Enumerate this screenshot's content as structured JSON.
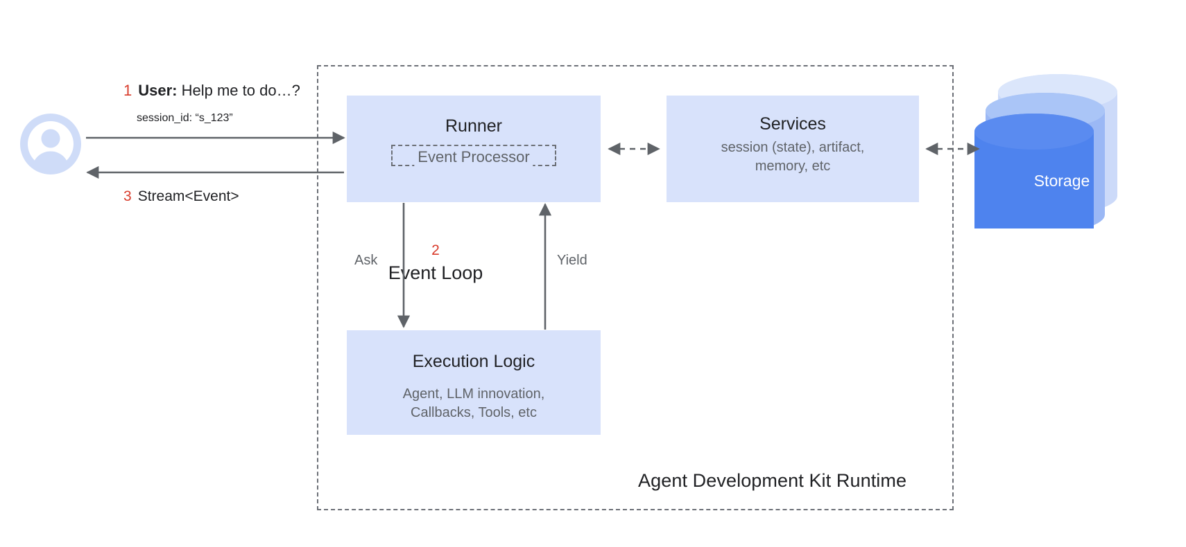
{
  "diagram": {
    "title": "Agent Development Kit Runtime",
    "colors": {
      "box_fill": "#d8e2fb",
      "storage_front": "#4e83ee",
      "storage_mid": "#9bb8f5",
      "storage_back": "#ccdaf9",
      "accent_red": "#d93b2b",
      "line_gray": "#5f6368",
      "text_dark": "#202124",
      "text_muted": "#5f6368"
    }
  },
  "actor": {
    "icon": "user-avatar-icon",
    "name": "User"
  },
  "steps": [
    {
      "number": "1",
      "label": "User:",
      "text": "Help me to do…?",
      "detail": "session_id: “s_123”"
    },
    {
      "number": "2",
      "text": "Event Loop"
    },
    {
      "number": "3",
      "text": "Stream<Event>"
    }
  ],
  "left_annotations": {
    "request_number": "1",
    "request_actor": "User:",
    "request_text": "Help me to do…?",
    "session_id": "session_id: “s_123”",
    "response_number": "3",
    "response_text": "Stream<Event>"
  },
  "event_loop": {
    "number": "2",
    "title": "Event Loop",
    "down_label": "Ask",
    "up_label": "Yield"
  },
  "nodes": {
    "runner": {
      "title": "Runner",
      "inner": "Event Processor"
    },
    "services": {
      "title": "Services",
      "sub_line1": "session (state), artifact,",
      "sub_line2": "memory, etc"
    },
    "execution": {
      "title": "Execution Logic",
      "sub_line1": "Agent, LLM innovation,",
      "sub_line2": "Callbacks, Tools, etc"
    },
    "storage": {
      "title": "Storage"
    }
  },
  "runtime": {
    "label": "Agent Development Kit Runtime"
  }
}
